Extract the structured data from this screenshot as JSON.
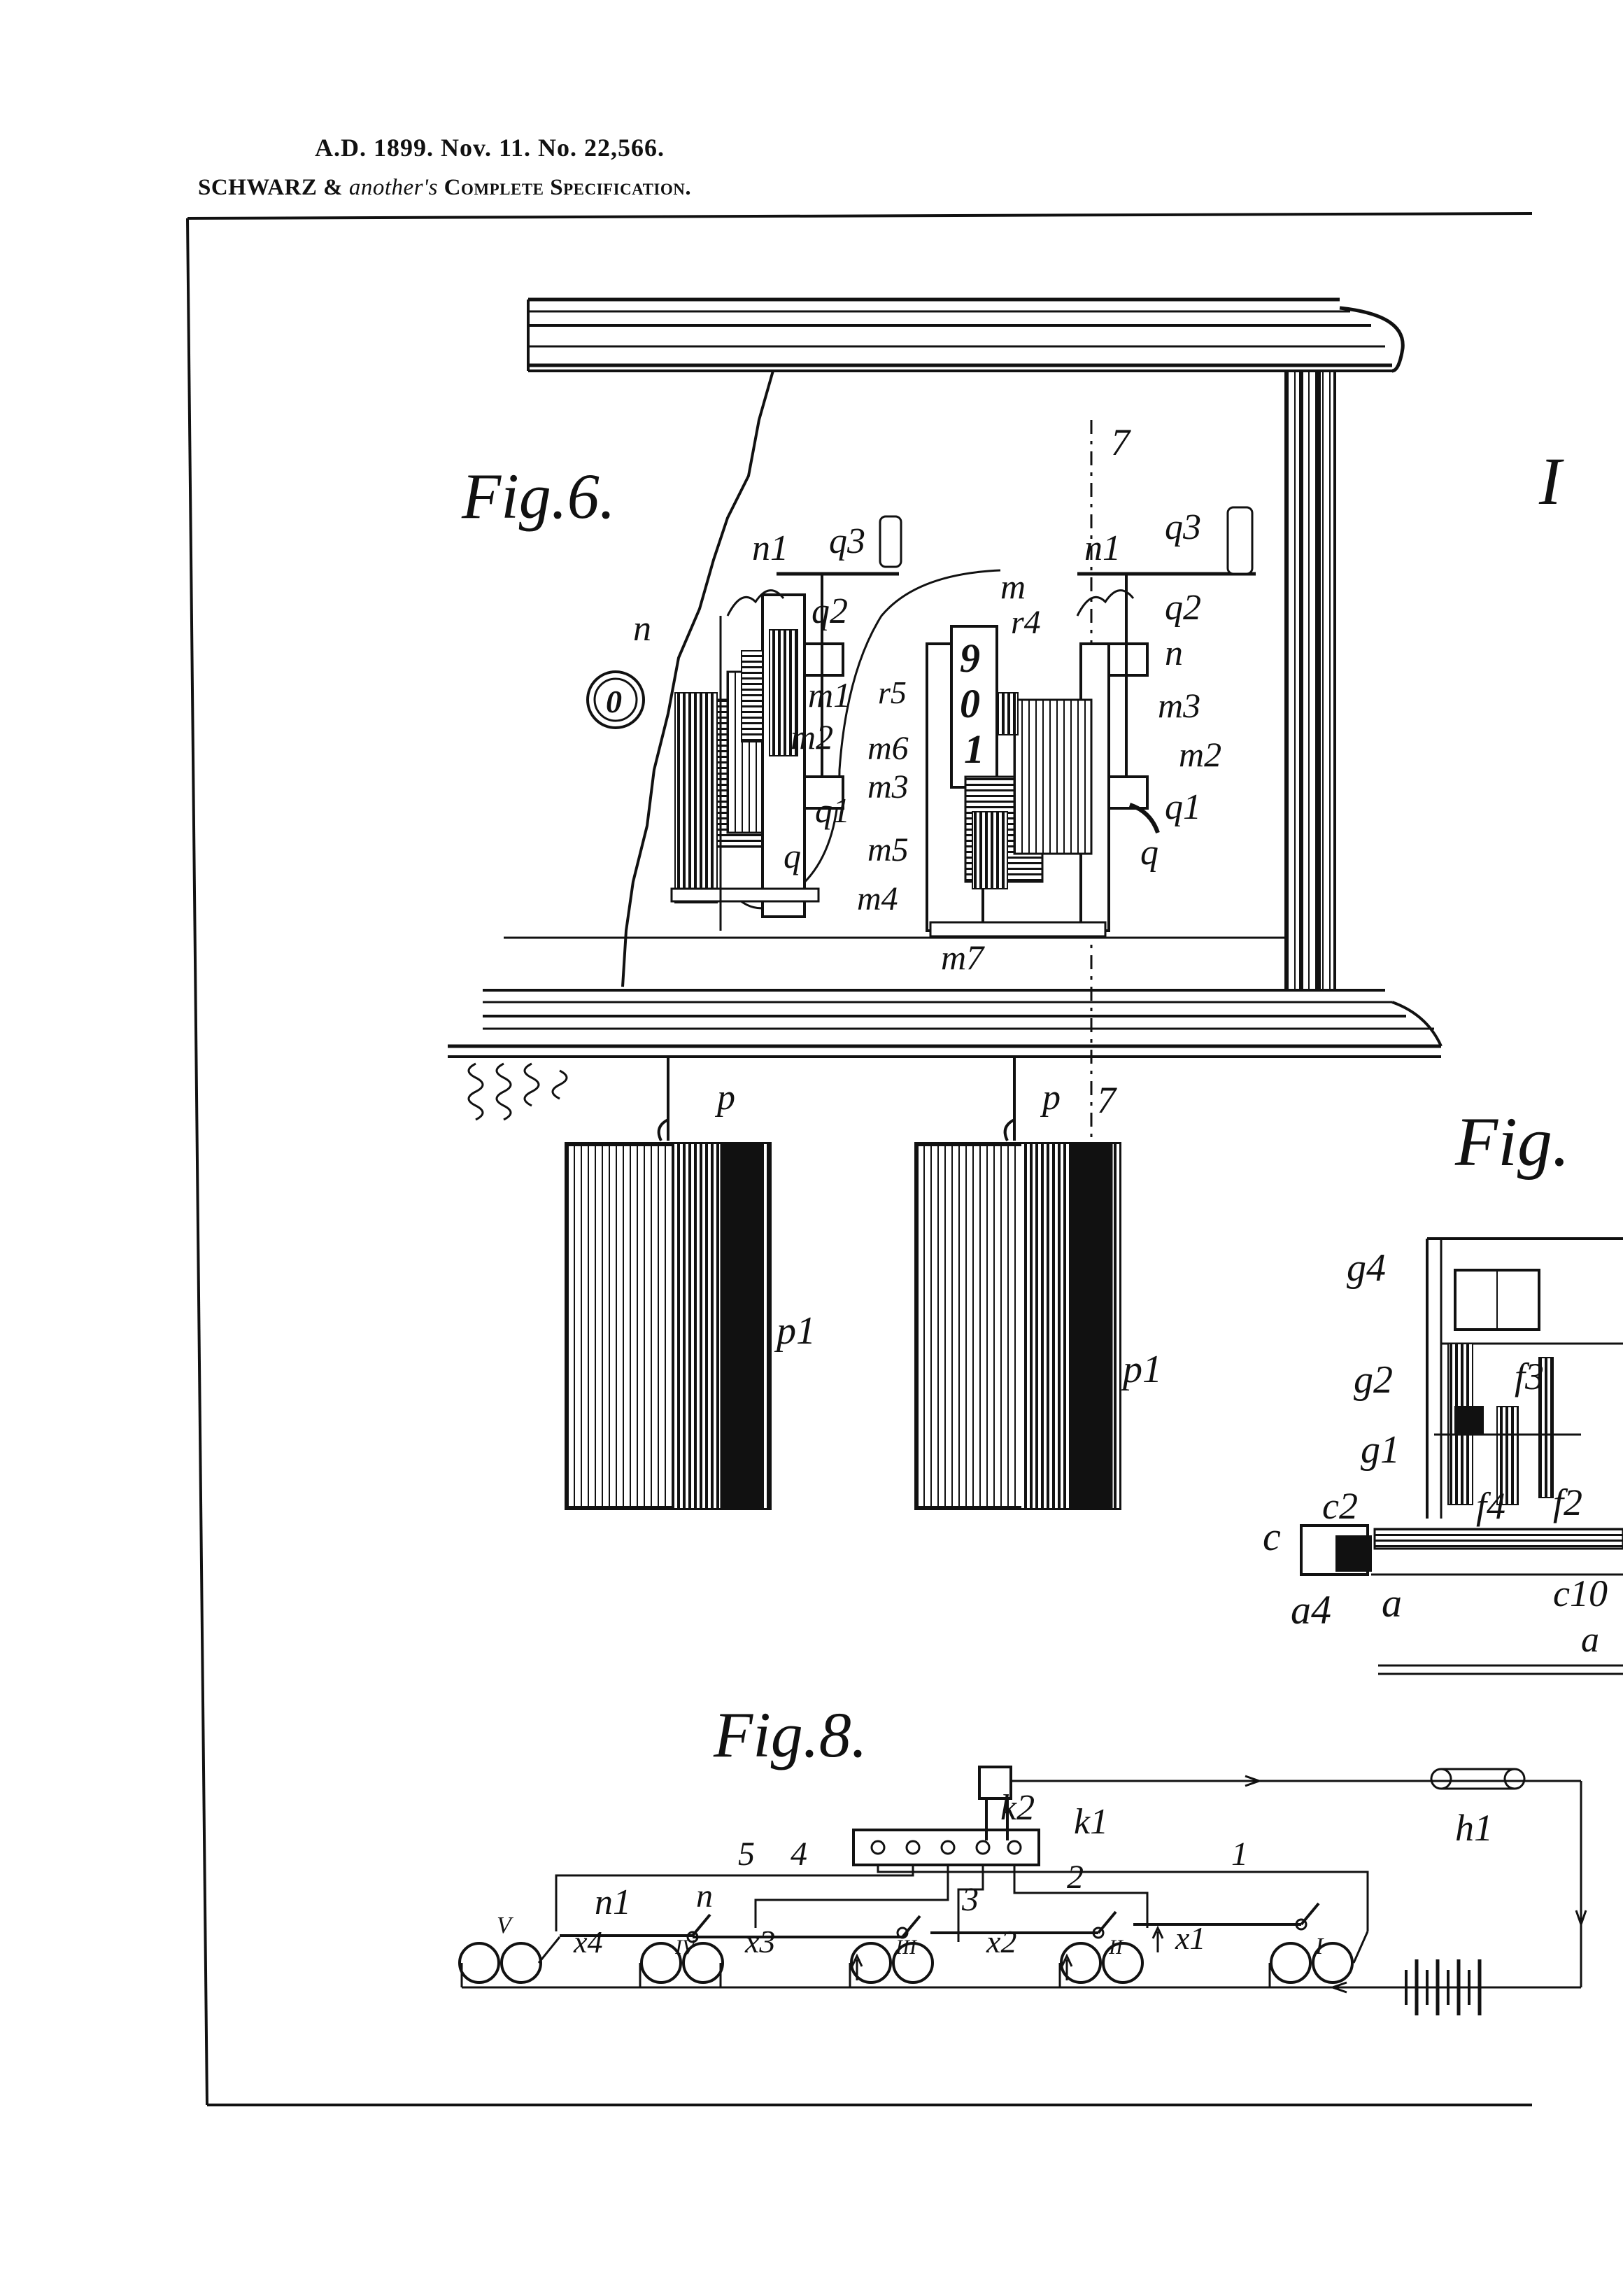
{
  "header": {
    "line1": "A.D. 1899. Nov. 11. No. 22,566.",
    "line2_name": "SCHWARZ & ",
    "line2_italic": "another's",
    "line2_rest": " Complete Specification."
  },
  "fig6": {
    "title": "Fig.6.",
    "section_mark": "7",
    "counter_digits": [
      "9",
      "0",
      "1"
    ],
    "disc_label": "0",
    "labels": {
      "n": "n",
      "n1": "n1",
      "q3": "q3",
      "q2": "q2",
      "q1": "q1",
      "q": "q",
      "m": "m",
      "m1": "m1",
      "m2": "m2",
      "m3": "m3",
      "m4": "m4",
      "m5": "m5",
      "m6": "m6",
      "m7": "m7",
      "r4": "r4",
      "r5": "r5",
      "p": "p",
      "p1": "p1"
    }
  },
  "fig7": {
    "title": "Fig.",
    "labels": {
      "g4": "g4",
      "g2": "g2",
      "g1": "g1",
      "f3": "f3",
      "f4": "f4",
      "f2": "f2",
      "c2": "c2",
      "c": "c",
      "a4": "a4",
      "a": "a",
      "c10": "c10",
      "a_bottom": "a"
    }
  },
  "fig8": {
    "title": "Fig.8.",
    "numbers": [
      "1",
      "2",
      "3",
      "4",
      "5"
    ],
    "romans": [
      "I",
      "II",
      "III",
      "IV",
      "V"
    ],
    "labels": {
      "k1": "k1",
      "k2": "k2",
      "h1": "h1",
      "n": "n",
      "n1": "n1",
      "x1": "x1",
      "x2": "x2",
      "x3": "x3",
      "x4": "x4"
    }
  },
  "edge_fragment": "I"
}
